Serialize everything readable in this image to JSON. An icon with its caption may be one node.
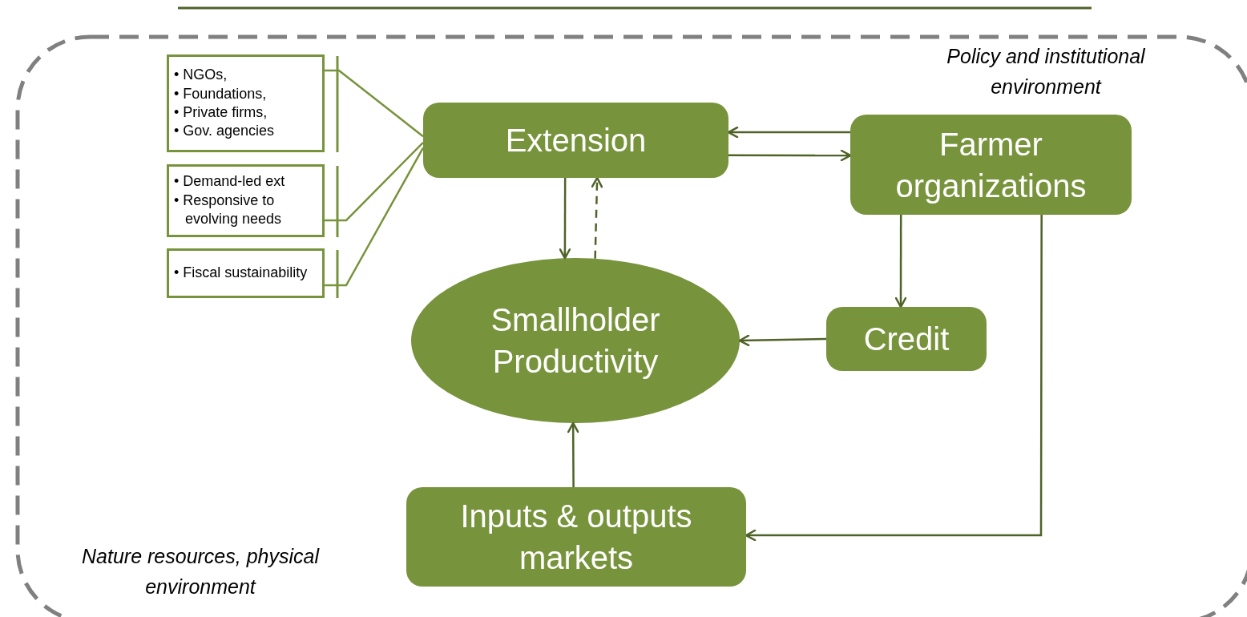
{
  "diagram": {
    "nodes": [
      {
        "text": [
          "• NGOs,",
          "• Foundations,",
          "• Private firms,",
          "• Gov. agencies"
        ]
      },
      {
        "text": [
          "• Demand-led ext",
          "• Responsive to evolving needs"
        ]
      },
      {
        "text": [
          "• Fiscal sustainability"
        ]
      },
      {
        "text": [
          "Extension"
        ]
      },
      {
        "text": [
          "Farmer organizations"
        ]
      },
      {
        "text": [
          "Smallholder Productivity"
        ]
      },
      {
        "text": [
          "Credit"
        ]
      },
      {
        "text": [
          "Inputs & outputs markets"
        ]
      }
    ],
    "edges": [
      {
        "from": 0,
        "to": 3,
        "arrow": "none",
        "color": "#77933c"
      },
      {
        "from": 1,
        "to": 3,
        "arrow": "none",
        "color": "#77933c"
      },
      {
        "from": 2,
        "to": 3,
        "arrow": "none",
        "color": "#77933c"
      },
      {
        "from": 4,
        "to": 3,
        "arrow": "to"
      },
      {
        "from": 3,
        "to": 4,
        "arrow": "to"
      },
      {
        "from": 3,
        "to": 5,
        "arrow": "to"
      },
      {
        "from": 5,
        "to": 3,
        "arrow": "to",
        "style": "dashed"
      },
      {
        "from": 4,
        "to": 6,
        "arrow": "to"
      },
      {
        "from": 6,
        "to": 5,
        "arrow": "to"
      },
      {
        "from": 7,
        "to": 5,
        "arrow": "to"
      },
      {
        "from": 4,
        "to": 7,
        "arrow": "to"
      }
    ],
    "labels": [
      "Policy and institutional environment",
      "Nature resources, physical environment"
    ]
  }
}
